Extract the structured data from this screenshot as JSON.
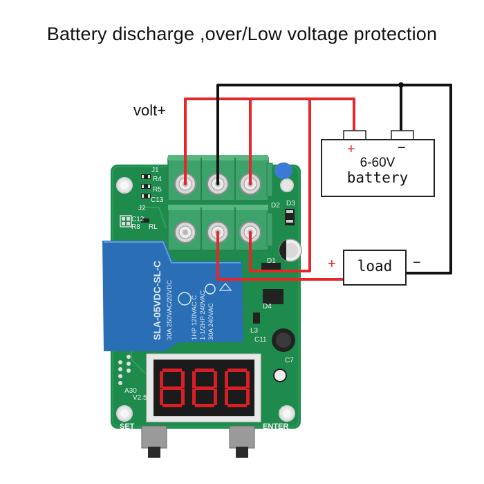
{
  "title": "Battery discharge ,over/Low voltage protection",
  "labels": {
    "volt_plus": "volt+",
    "battery_plus": "+",
    "battery_minus": "−",
    "battery_voltage": "6-60V",
    "battery_name": "battery",
    "load_plus": "+",
    "load_name": "load",
    "load_minus": "−"
  },
  "board": {
    "relay_line1": "SLA-05VDC-SL-C",
    "relay_line2": "30A 250VAC/20VDC",
    "relay_line3": "1HP 120VAC  C",
    "relay_line4": "1-1/2HP 240VAC",
    "relay_line5": "30A 240VAC",
    "button_left": "SET",
    "button_right": "ENTER",
    "silk_j1": "J1",
    "silk_r4": "R4",
    "silk_r5": "R5",
    "silk_c13": "C13",
    "silk_j2": "J2",
    "silk_c12": "C12",
    "silk_r8": "R8",
    "silk_rl": "RL",
    "silk_d2": "D2",
    "silk_d3": "D3",
    "silk_d1": "D1",
    "silk_d4": "D4",
    "silk_l3": "L3",
    "silk_c11": "C11",
    "silk_c7": "C7",
    "silk_v25": "V2.5",
    "silk_a30": "A30"
  },
  "colors": {
    "wire_positive": "#e8262a",
    "wire_negative": "#111111",
    "pcb": "#1a8a4a",
    "terminal": "#3ea36a",
    "relay": "#2a6fb5",
    "display": "#d81f26"
  }
}
